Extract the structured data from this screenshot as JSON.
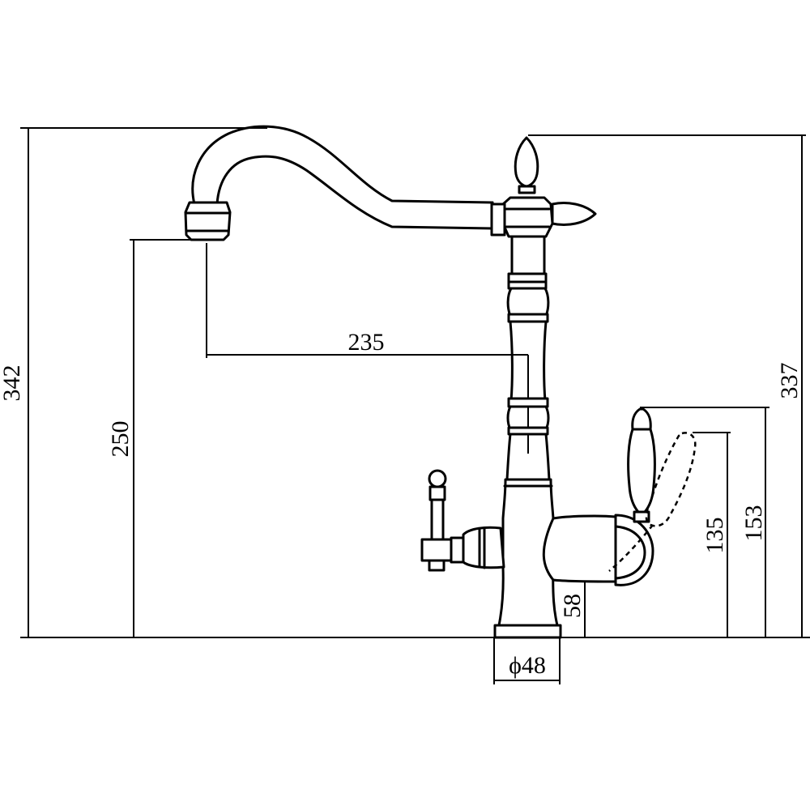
{
  "diagram": {
    "dimensions": {
      "overall_height": "342",
      "handle_height": "337",
      "spout_height": "250",
      "spout_reach": "235",
      "lever_height": "153",
      "side_spout_height": "135",
      "side_outlet_height": "58",
      "base_diameter": "ϕ48"
    },
    "icons": [
      "faucet-outline-icon"
    ]
  }
}
